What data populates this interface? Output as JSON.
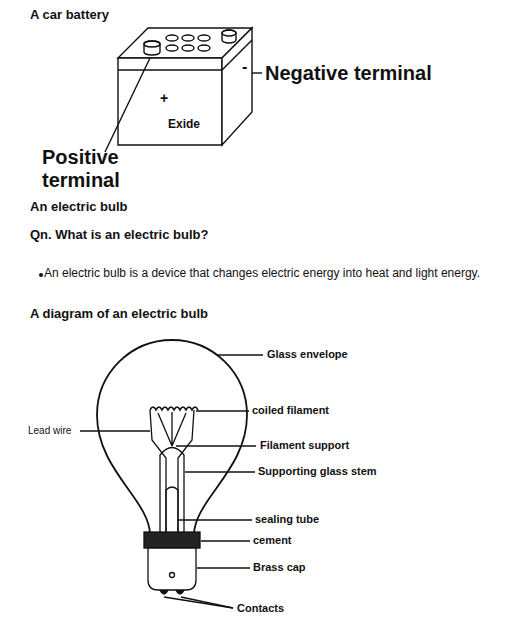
{
  "diagram": {
    "title": "A car battery",
    "labels": [
      "Negative terminal",
      "Positive terminal",
      "Exide",
      "+",
      "-",
      "An electric bulb",
      "Qn. What is an electric bulb?",
      "An electric bulb is a device that changes electric energy into heat and light energy.",
      "A diagram of an electric bulb",
      "Glass envelope",
      "coiled filament",
      "Lead wire",
      "Filament support",
      "Supporting glass stem",
      "sealing tube",
      "cement",
      "Brass cap",
      "Contacts"
    ]
  }
}
